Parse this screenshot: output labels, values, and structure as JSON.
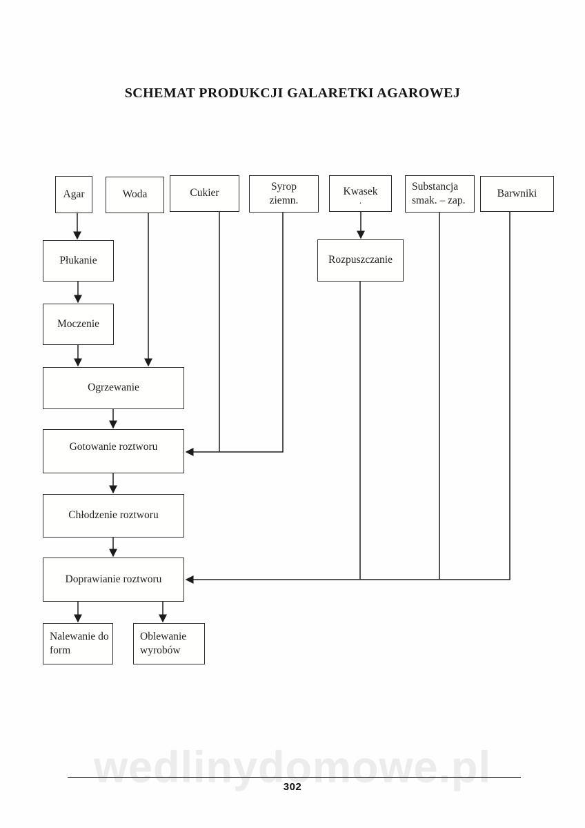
{
  "page": {
    "title": "SCHEMAT PRODUKCJI GALARETKI AGAROWEJ",
    "watermark": "wedlinydomowe.pl",
    "page_number": "302"
  },
  "colors": {
    "line": "#1b1b1b",
    "box_border": "#2a2a2a",
    "text": "#1f1f1f",
    "watermark": "#ececec"
  },
  "diagram": {
    "type": "flowchart",
    "nodes": {
      "agar": "Agar",
      "woda": "Woda",
      "cukier": "Cukier",
      "syrop_ziemn": "Syrop ziemn.",
      "kwasek": "Kwasek",
      "kwasek_dot": ".",
      "substancja": "Substancja smak. – zap.",
      "barwniki": "Barwniki",
      "plukanie": "Płukanie",
      "moczenie": "Moczenie",
      "rozpuszczanie": "Rozpuszczanie",
      "ogrzewanie": "Ogrzewanie",
      "gotowanie": "Gotowanie roztworu",
      "chlodzenie": "Chłodzenie roztworu",
      "doprawianie": "Doprawianie roztworu",
      "nalewanie": "Nalewanie do form",
      "oblewanie": "Oblewanie wyrobów"
    },
    "edges": [
      {
        "from": "Agar",
        "to": "Płukanie"
      },
      {
        "from": "Płukanie",
        "to": "Moczenie"
      },
      {
        "from": "Moczenie",
        "to": "Ogrzewanie"
      },
      {
        "from": "Woda",
        "to": "Ogrzewanie"
      },
      {
        "from": "Ogrzewanie",
        "to": "Gotowanie roztworu"
      },
      {
        "from": "Cukier",
        "to": "Gotowanie roztworu"
      },
      {
        "from": "Syrop ziemn.",
        "to": "Gotowanie roztworu"
      },
      {
        "from": "Gotowanie roztworu",
        "to": "Chłodzenie roztworu"
      },
      {
        "from": "Chłodzenie roztworu",
        "to": "Doprawianie roztworu"
      },
      {
        "from": "Kwasek",
        "to": "Rozpuszczanie"
      },
      {
        "from": "Rozpuszczanie",
        "to": "Doprawianie roztworu"
      },
      {
        "from": "Substancja smak. – zap.",
        "to": "Doprawianie roztworu"
      },
      {
        "from": "Barwniki",
        "to": "Doprawianie roztworu"
      },
      {
        "from": "Doprawianie roztworu",
        "to": "Nalewanie do form"
      },
      {
        "from": "Doprawianie roztworu",
        "to": "Oblewanie wyrobów"
      }
    ]
  }
}
